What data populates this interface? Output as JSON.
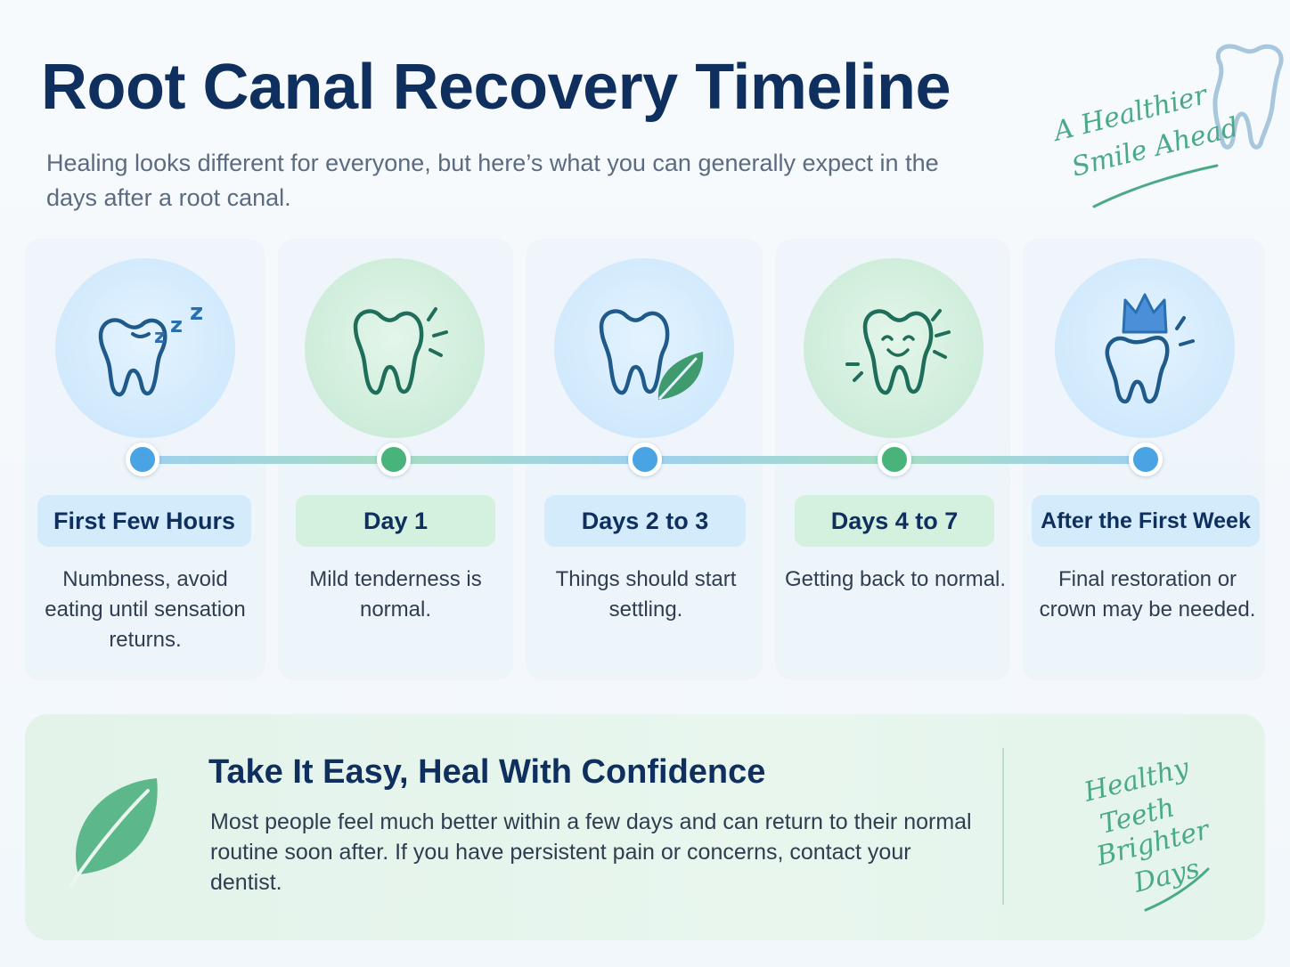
{
  "header": {
    "title": "Root Canal Recovery Timeline",
    "subtitle": "Healing looks different for everyone, but here’s what you can generally expect in the days after a root canal."
  },
  "corner_badge": {
    "line1": "A Healthier",
    "line2": "Smile Ahead",
    "icon": "tooth-sparkle-icon"
  },
  "colors": {
    "navy": "#0f2f5f",
    "blue": "#4aa3e2",
    "green": "#48b37a",
    "blue_pill": "#d3ebfb",
    "green_pill": "#d4f0df"
  },
  "timeline": [
    {
      "label": "First Few Hours",
      "description": "Numbness, avoid eating until sensation returns.",
      "icon": "sleeping-tooth-icon",
      "theme": "blue"
    },
    {
      "label": "Day 1",
      "description": "Mild tenderness is normal.",
      "icon": "tender-tooth-icon",
      "theme": "green"
    },
    {
      "label": "Days 2 to 3",
      "description": "Things should start settling.",
      "icon": "tooth-leaf-icon",
      "theme": "blue"
    },
    {
      "label": "Days 4 to 7",
      "description": "Getting back to normal.",
      "icon": "happy-tooth-icon",
      "theme": "green"
    },
    {
      "label": "After the First Week",
      "description": "Final restoration or crown may be needed.",
      "icon": "crowned-tooth-icon",
      "theme": "blue"
    }
  ],
  "footer": {
    "title": "Take It Easy, Heal With Confidence",
    "text": "Most people feel much better within a few days and can return to their normal routine soon after. If you have persistent pain or concerns, contact your dentist.",
    "icon": "leaf-icon",
    "script_lines": [
      "Healthy",
      "Teeth",
      "Brighter",
      "Days"
    ]
  }
}
